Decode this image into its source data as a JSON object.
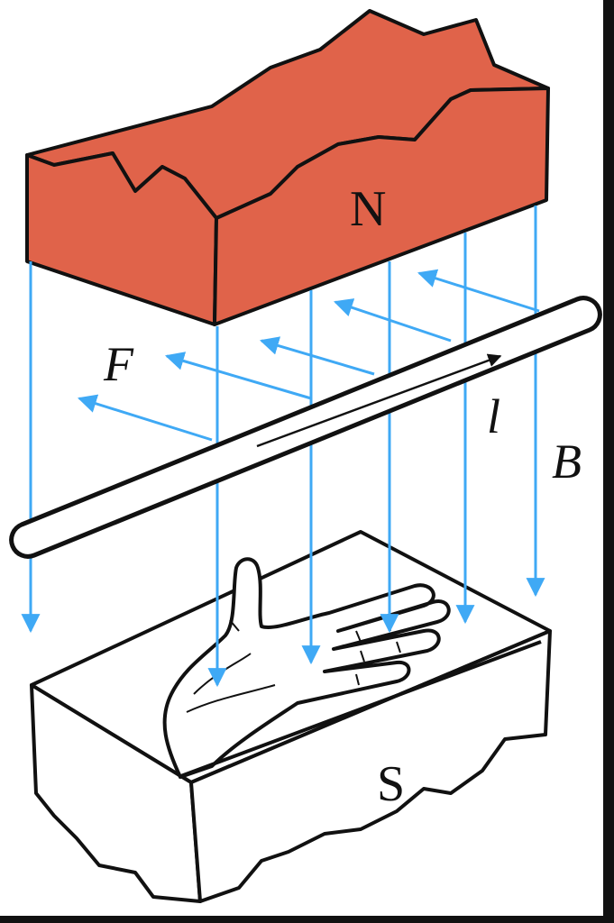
{
  "labels": {
    "north_pole": "N",
    "south_pole": "S",
    "force": "F",
    "current": "l",
    "field": "B"
  },
  "colors": {
    "north_magnet": "#E0634A",
    "field_lines": "#3FA9F5",
    "outline": "#111111",
    "background": "#FFFFFF",
    "frame_edge": "#111111"
  },
  "icons": {
    "hand": "open-left-hand-icon"
  }
}
